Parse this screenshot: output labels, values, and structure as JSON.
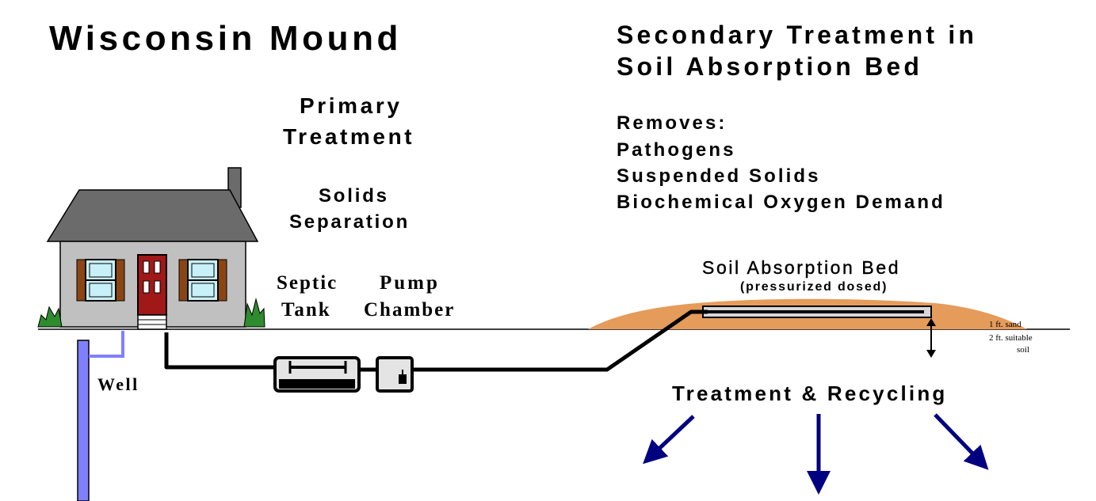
{
  "title": "Wisconsin Mound",
  "secondary": {
    "line1": "Secondary Treatment in",
    "line2": "Soil Absorption Bed"
  },
  "primary": {
    "line1": "Primary",
    "line2": "Treatment"
  },
  "solids": {
    "line1": "Solids",
    "line2": "Separation"
  },
  "removes": {
    "heading": "Removes:",
    "items": [
      "Pathogens",
      "Suspended Solids",
      "Biochemical Oxygen Demand"
    ]
  },
  "septic_tank": {
    "line1": "Septic",
    "line2": "Tank"
  },
  "pump_chamber": {
    "line1": "Pump",
    "line2": "Chamber"
  },
  "well_label": "Well",
  "bed": {
    "title": "Soil Absorption Bed",
    "subtitle": "(pressurized dosed)"
  },
  "depth": {
    "sand": "1 ft. sand",
    "soil_line1": "2 ft. suitable",
    "soil_line2": "soil"
  },
  "treatment_label": "Treatment & Recycling",
  "colors": {
    "mound": "#e59b5a",
    "well_pipe": "#8080ff",
    "arrow": "#000080",
    "roof": "#6b6b6b",
    "house_wall": "#c0c0c0",
    "door": "#a01818",
    "shutter": "#8b4513",
    "window": "#c8f0f8",
    "shrub": "#2e8b2e"
  }
}
